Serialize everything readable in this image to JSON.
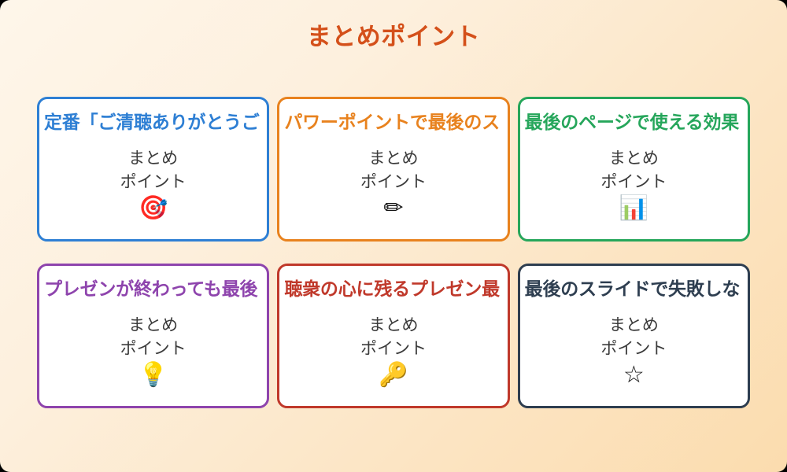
{
  "page": {
    "title": "まとめポイント",
    "title_color": "#D4501A",
    "background_from": "#FEF6EA",
    "background_to": "#FBDCAE"
  },
  "cards": [
    {
      "title": "定番「ご清聴ありがとうご",
      "body": "まとめ\nポイント",
      "icon": "dart-target-icon",
      "icon_glyph": "🎯",
      "color": "#2E7FD4"
    },
    {
      "title": "パワーポイントで最後のス",
      "body": "まとめ\nポイント",
      "icon": "pencil-icon",
      "icon_glyph": "✏",
      "color": "#E8821E"
    },
    {
      "title": "最後のページで使える効果",
      "body": "まとめ\nポイント",
      "icon": "bar-chart-icon",
      "icon_glyph": "📊",
      "color": "#26A65B"
    },
    {
      "title": "プレゼンが終わっても最後",
      "body": "まとめ\nポイント",
      "icon": "lightbulb-icon",
      "icon_glyph": "💡",
      "color": "#8E44AD"
    },
    {
      "title": "聴衆の心に残るプレゼン最",
      "body": "まとめ\nポイント",
      "icon": "key-icon",
      "icon_glyph": "🔑",
      "color": "#C0392B"
    },
    {
      "title": "最後のスライドで失敗しな",
      "body": "まとめ\nポイント",
      "icon": "star-icon",
      "icon_glyph": "☆",
      "color": "#2E3E50"
    }
  ]
}
